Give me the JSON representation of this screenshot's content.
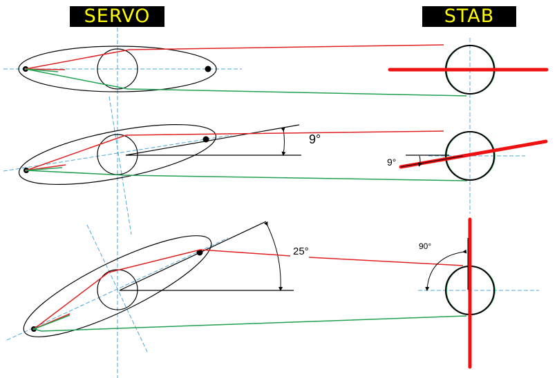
{
  "titles": {
    "servo": "SERVO",
    "stab": "STAB"
  },
  "angles": {
    "row2_servo": "9°",
    "row2_stab": "9°",
    "row3_servo": "25°",
    "row3_stab": "90°"
  },
  "colors": {
    "title_bg": "#000000",
    "title_text": "#ffff00",
    "red_line": "#e02020",
    "green_line": "#20a050",
    "centerline": "#4aa8d8",
    "stab_bar": "#ee1111",
    "outline": "#000000"
  }
}
